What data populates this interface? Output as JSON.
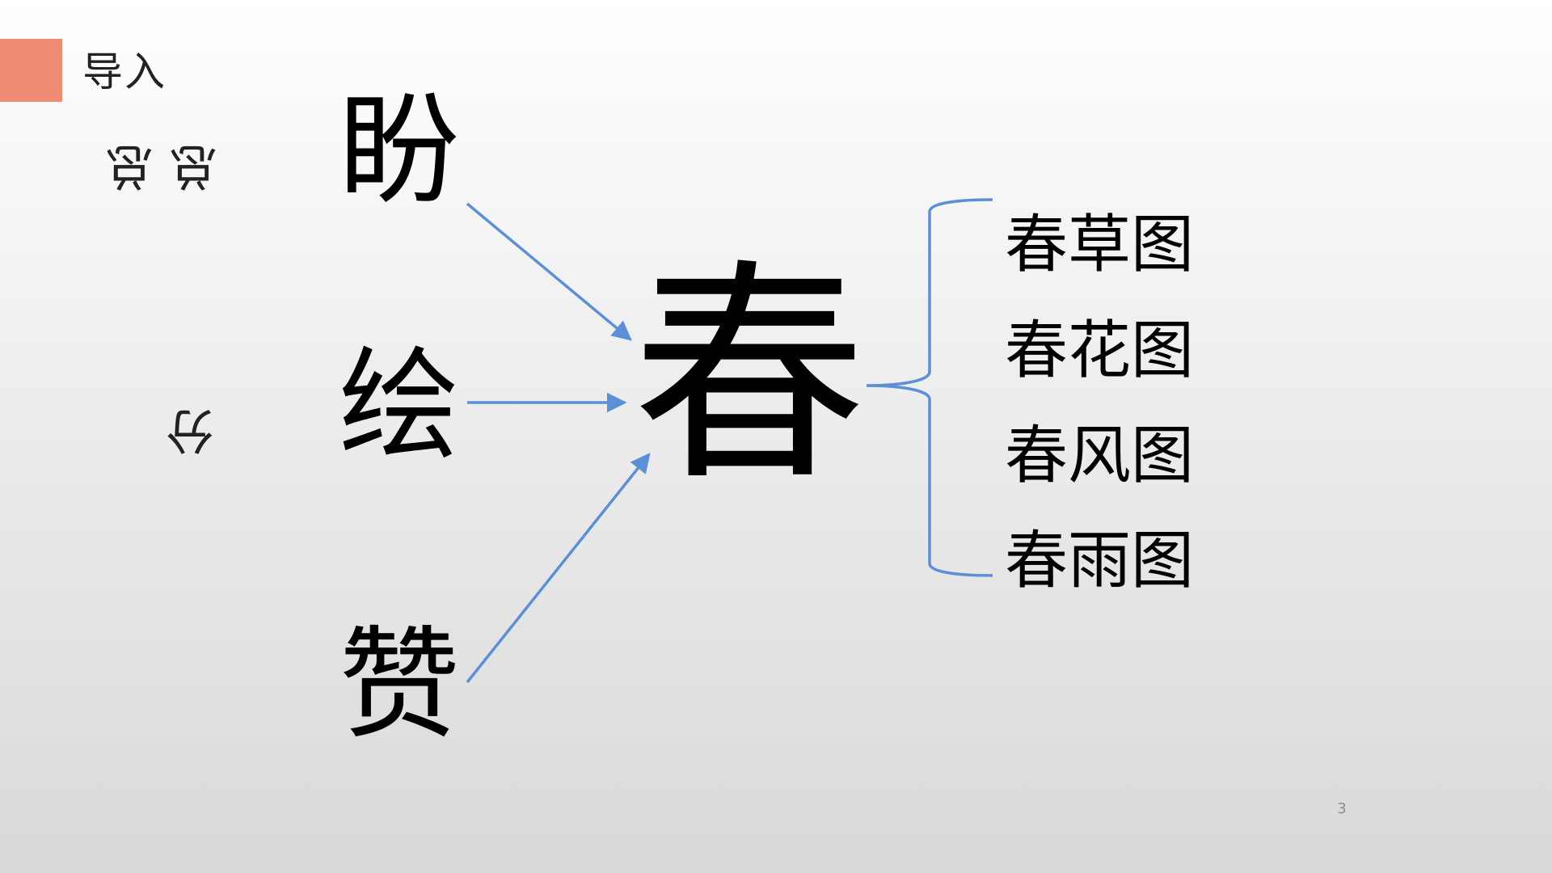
{
  "colors": {
    "accent": "#f08c74",
    "connector": "#5b8fd6",
    "text": "#000000"
  },
  "section": {
    "label": "导入"
  },
  "side_notes": {
    "upper": "总 总",
    "lower": "分"
  },
  "diagram": {
    "source_chars": [
      "盼",
      "绘",
      "赞"
    ],
    "center_char": "春",
    "combinations": [
      "春草图",
      "春花图",
      "春风图",
      "春雨图"
    ]
  },
  "page_number": "3"
}
